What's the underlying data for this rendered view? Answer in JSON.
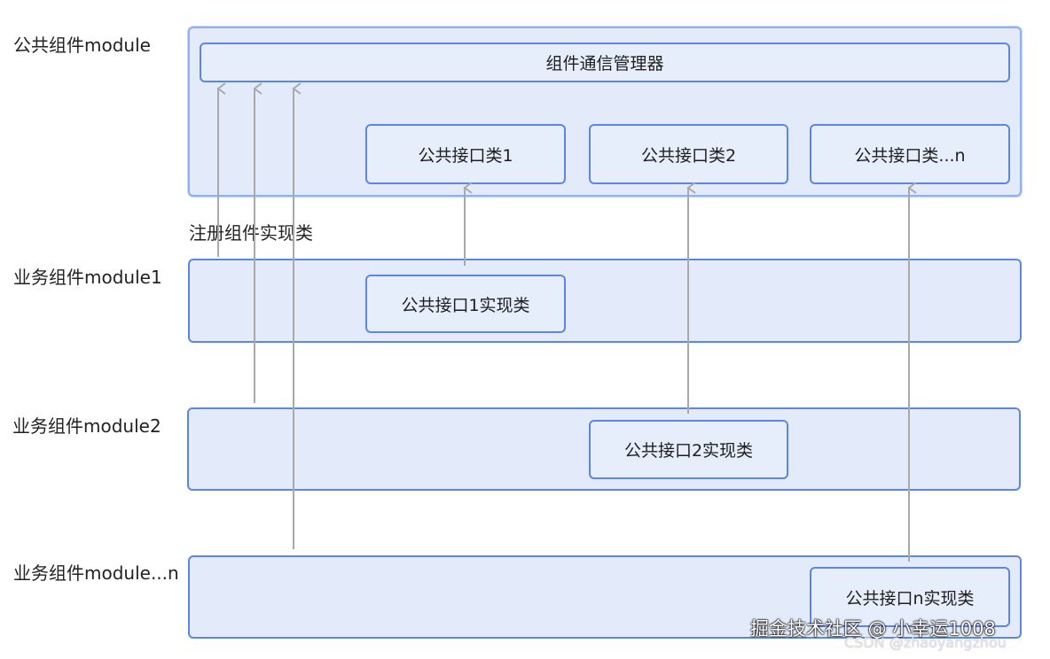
{
  "labels": {
    "public_module": "公共组件module",
    "business_module1": "业务组件module1",
    "business_module2": "业务组件module2",
    "business_module_n": "业务组件module...n",
    "register": "注册组件实现类"
  },
  "boxes": {
    "manager": "组件通信管理器",
    "iface1": "公共接口类1",
    "iface2": "公共接口类2",
    "iface_n": "公共接口类...n",
    "impl1": "公共接口1实现类",
    "impl2": "公共接口2实现类",
    "impl_n": "公共接口n实现类"
  },
  "watermark": {
    "line1": "掘金技术社区 @ 小幸运1008",
    "line2": "CSDN @zhaoyangzhou"
  },
  "colors": {
    "border": "#5b86e8",
    "fill": "#e3ebfb",
    "arrow": "#a9a9a9"
  }
}
